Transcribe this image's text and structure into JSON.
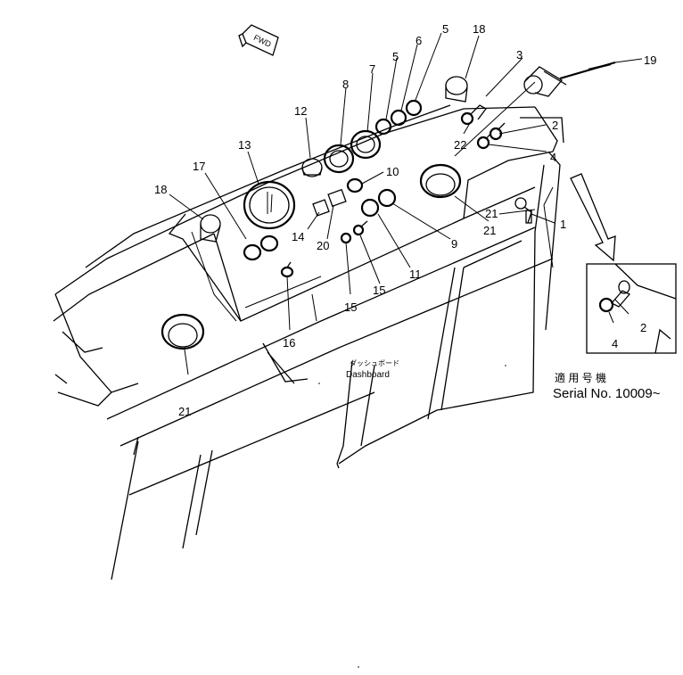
{
  "labels": {
    "p1": "1",
    "p2": "2",
    "p3": "3",
    "p4": "4",
    "p5a": "5",
    "p5b": "5",
    "p6": "6",
    "p7": "7",
    "p8": "8",
    "p9": "9",
    "p10": "10",
    "p11": "11",
    "p12": "12",
    "p13": "13",
    "p14": "14",
    "p15a": "15",
    "p15b": "15",
    "p16": "16",
    "p17": "17",
    "p18a": "18",
    "p18b": "18",
    "p19": "19",
    "p20": "20",
    "p21a": "21",
    "p21b": "21",
    "p21c": "21",
    "p22": "22",
    "inset2": "2",
    "inset4": "4"
  },
  "fwd_badge": "FWD",
  "dashboard_jp": "ダッシュボード",
  "dashboard_en": "Dashboard",
  "serial_jp": "適 用 号 機",
  "serial_en": "Serial No. 10009~"
}
